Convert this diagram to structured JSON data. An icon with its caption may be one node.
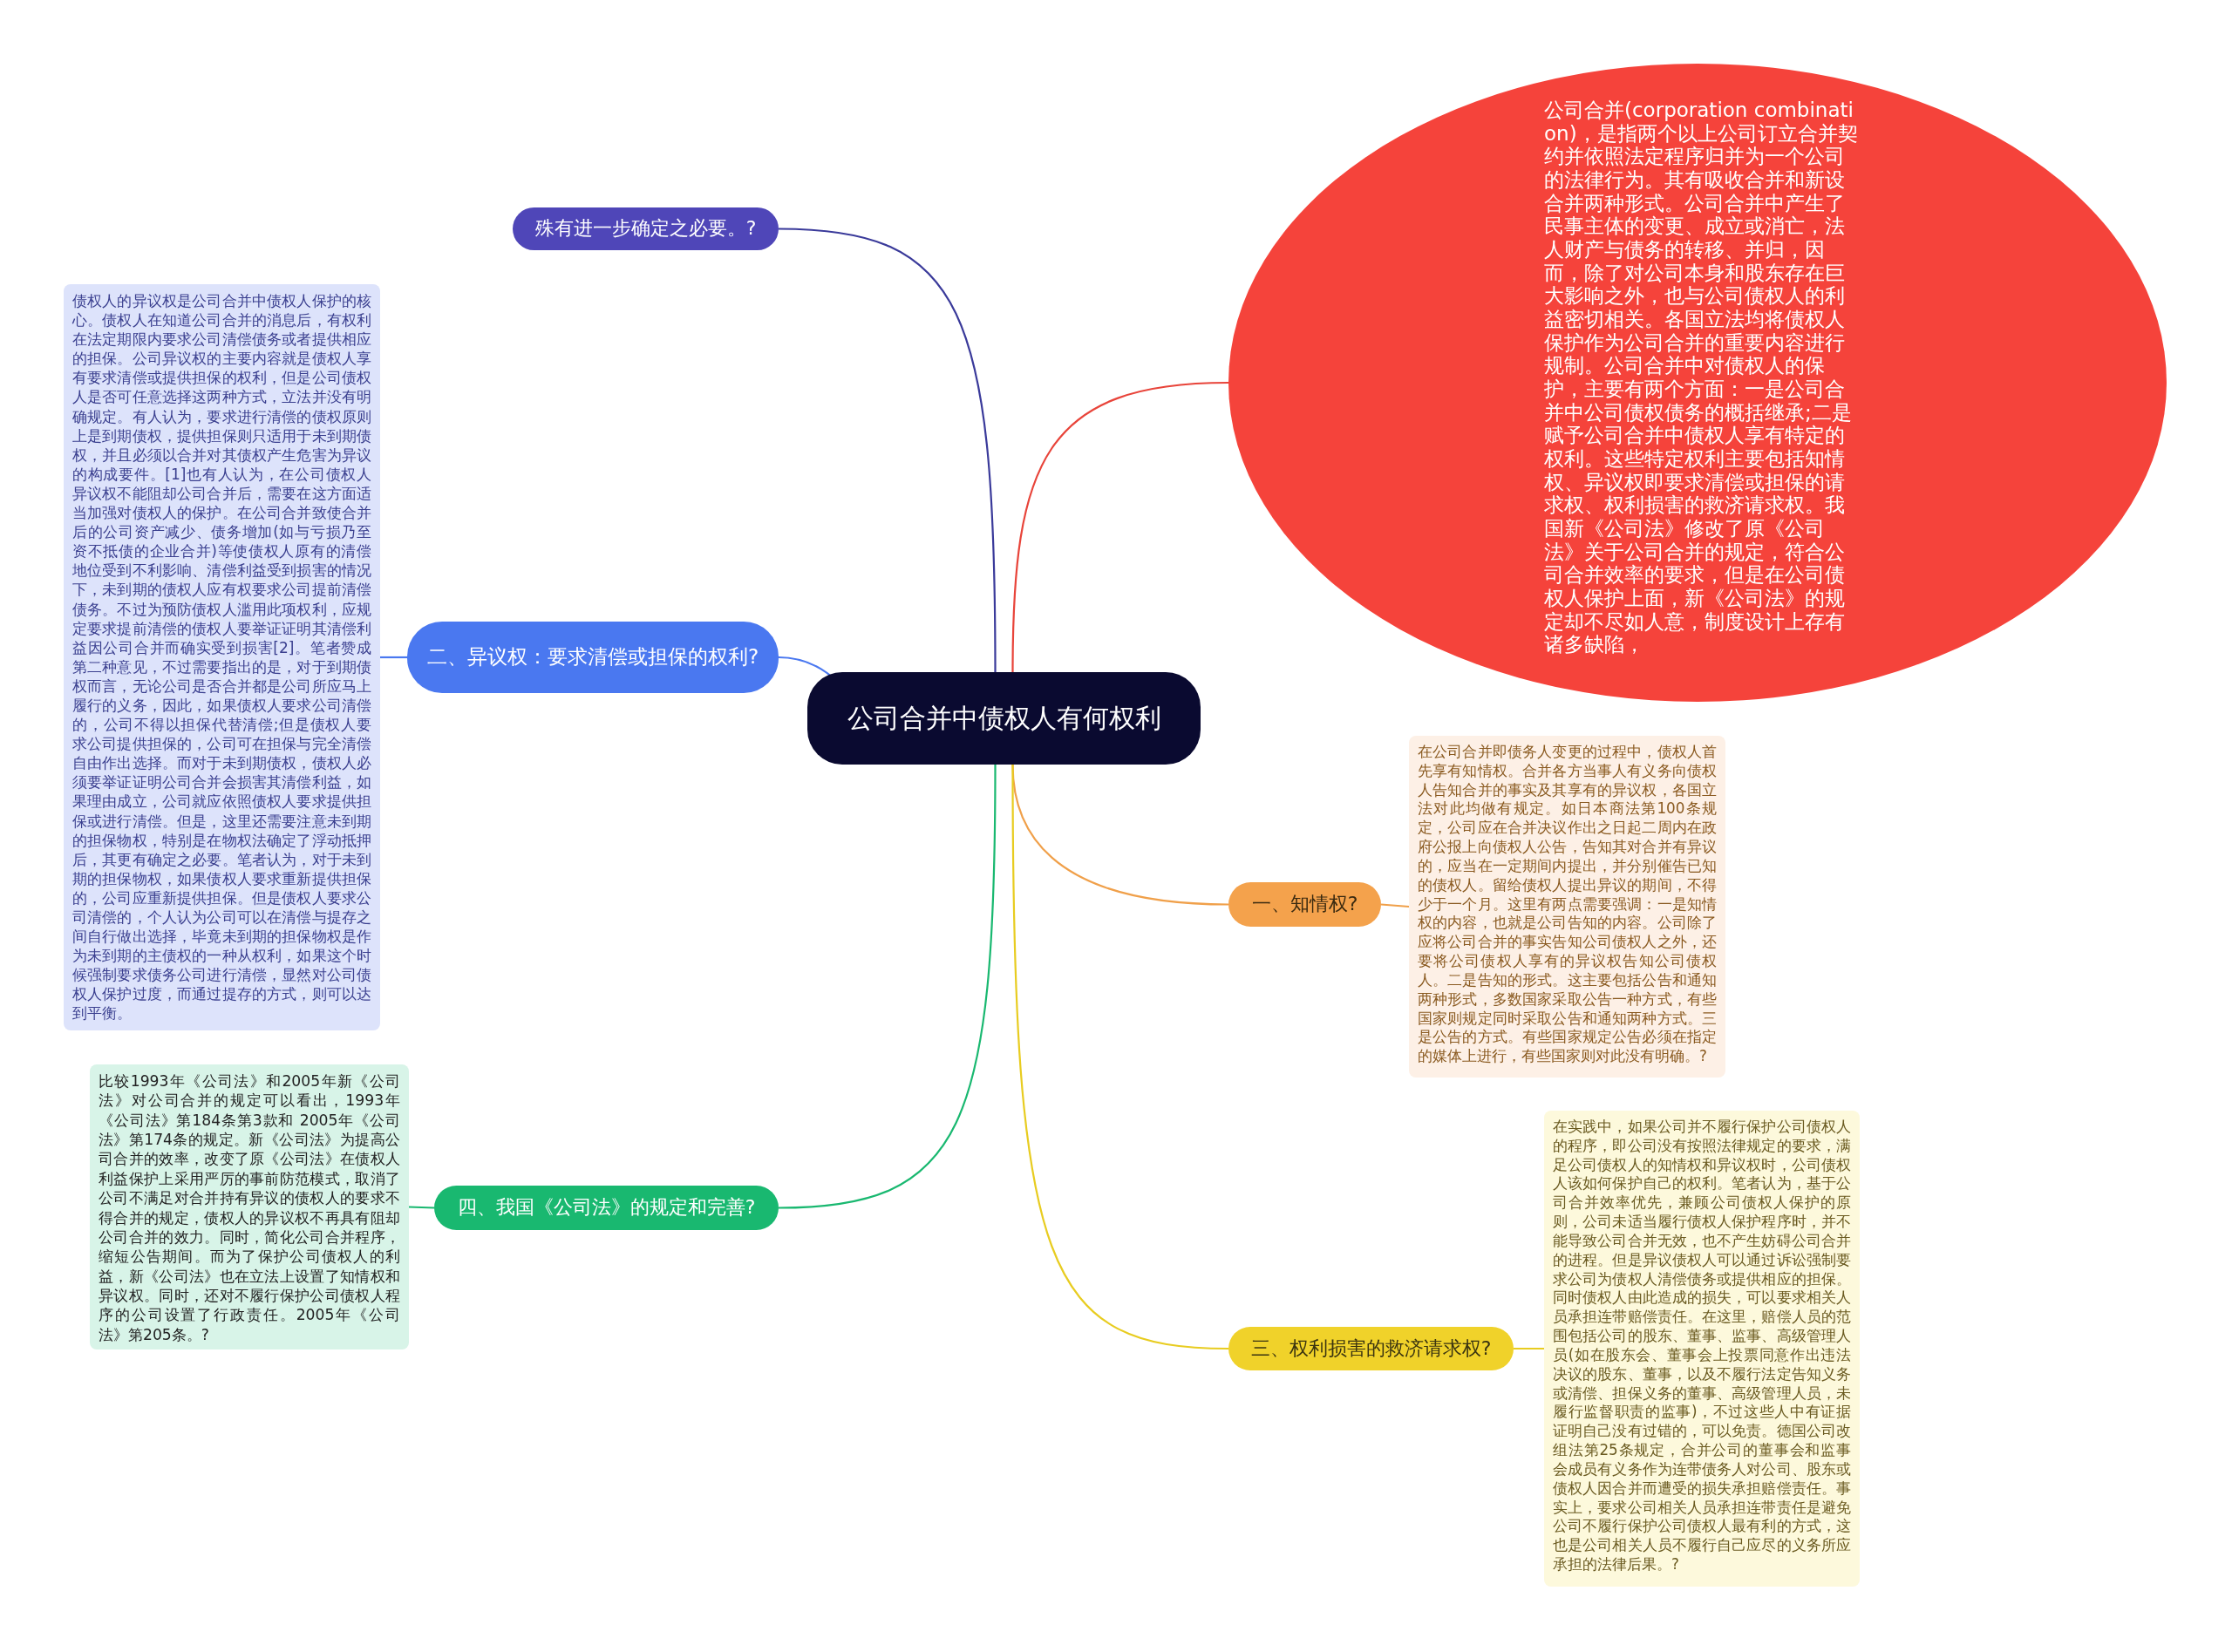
{
  "diagram": {
    "nodes": [
      {
        "text": [
          "公司合并中债权人有何权利"
        ]
      },
      {
        "text": [
          "公司合并(corporation combination)，是指两个以上公司订立合并契约并依照法定程序归并为一个公司的法律行为。其有吸收合并和新设合并两种形式。公司合并中产生了民事主体的变更、成立或消亡，法人财产与债务的转移、并归，因而，除了对公司本身和股东存在巨大影响之外，也与公司债权人的利益密切相关。各国立法均将债权人保护作为公司合并的重要内容进行规制。公司合并中对债权人的保护，主要有两个方面：一是公司合并中公司债权债务的概括继承;二是赋予公司合并中债权人享有特定的权利。这些特定权利主要包括知情权、异议权即要求清偿或担保的请求权、权利损害的救济请求权。我国新《公司法》修改了原《公司法》关于公司合并的规定，符合公司合并效率的要求，但是在公司债权人保护上面，新《公司法》的规定却不尽如人意，制度设计上存有诸多缺陷，"
        ]
      },
      {
        "text": [
          "殊有进一步确定之必要。?"
        ]
      },
      {
        "text": [
          "二、异议权：要求清偿或担保的权利?"
        ]
      },
      {
        "text": [
          "债权人的异议权是公司合并中债权人保护的核心。债权人在知道公司合并的消息后，有权利在法定期限内要求公司清偿债务或者提供相应的担保。公司异议权的主要内容就是债权人享有要求清偿或提供担保的权利，但是公司债权人是否可任意选择这两种方式，立法并没有明确规定。有人认为，要求进行清偿的债权原则上是到期债权，提供担保则只适用于未到期债权，并且必须以合并对其债权产生危害为异议的构成要件。[1]也有人认为，在公司债权人异议权不能阻却公司合并后，需要在这方面适当加强对债权人的保护。在公司合并致使合并后的公司资产减少、债务增加(如与亏损乃至资不抵债的企业合并)等使债权人原有的清偿地位受到不利影响、清偿利益受到损害的情况下，未到期的债权人应有权要求公司提前清偿债务。不过为预防债权人滥用此项权利，应规定要求提前清偿的债权人要举证证明其清偿利益因公司合并而确实受到损害[2]。笔者赞成第二种意见，不过需要指出的是，对于到期债权而言，无论公司是否合并都是公司所应马上履行的义务，因此，如果债权人要求公司清偿的，公司不得以担保代替清偿;但是债权人要求公司提供担保的，公司可在担保与完全清偿自由作出选择。而对于未到期债权，债权人必须要举证证明公司合并会损害其清偿利益，如果理由成立，公司就应依照债权人要求提供担保或进行清偿。但是，这里还需要注意未到期的担保物权，特别是在物权法确定了浮动抵押后，其更有确定之必要。笔者认为，对于未到期的担保物权，如果债权人要求重新提供担保的，公司应重新提供担保。但是债权人要求公司清偿的，个人认为公司可以在清偿与提存之间自行做出选择，毕竟未到期的担保物权是作为未到期的主债权的一种从权利，如果这个时候强制要求债务公司进行清偿，显然对公司债权人保护过度，而通过提存的方式，则可以达到平衡。"
        ]
      },
      {
        "text": [
          "一、知情权?"
        ]
      },
      {
        "text": [
          "在公司合并即债务人变更的过程中，债权人首先享有知情权。合并各方当事人有义务向债权人告知合并的事实及其享有的异议权，各国立法对此均做有规定。如日本商法第100条规定，公司应在合并决议作出之日起二周内在政府公报上向债权人公告，告知其对合并有异议的，应当在一定期间内提出，并分别催告已知的债权人。留给债权人提出异议的期间，不得少于一个月。这里有两点需要强调：一是知情权的内容，也就是公司告知的内容。公司除了应将公司合并的事实告知公司债权人之外，还要将公司债权人享有的异议权告知公司债权人。二是告知的形式。这主要包括公告和通知两种形式，多数国家采取公告一种方式，有些国家则规定同时采取公告和通知两种方式。三是公告的方式。有些国家规定公告必须在指定的媒体上进行，有些国家则对此没有明确。?"
        ]
      },
      {
        "text": [
          "三、权利损害的救济请求权?"
        ]
      },
      {
        "text": [
          "在实践中，如果公司并不履行保护公司债权人的程序，即公司没有按照法律规定的要求，满足公司债权人的知情权和异议权时，公司债权人该如何保护自己的权利。笔者认为，基于公司合并效率优先，兼顾公司债权人保护的原则，公司未适当履行债权人保护程序时，并不能导致公司合并无效，也不产生妨碍公司合并的进程。但是异议债权人可以通过诉讼强制要求公司为债权人清偿债务或提供相应的担保。同时债权人由此造成的损失，可以要求相关人员承担连带赔偿责任。在这里，赔偿人员的范围包括公司的股东、董事、监事、高级管理人员(如在股东会、董事会上投票同意作出违法决议的股东、董事，以及不履行法定告知义务或清偿、担保义务的董事、高级管理人员，未履行监督职责的监事)，不过这些人中有证据证明自己没有过错的，可以免责。德国公司改组法第25条规定，合并公司的董事会和监事会成员有义务作为连带债务人对公司、股东或债权人因合并而遭受的损失承担赔偿责任。事实上，要求公司相关人员承担连带责任是避免公司不履行保护公司债权人最有利的方式，这也是公司相关人员不履行自己应尽的义务所应承担的法律后果。?"
        ]
      },
      {
        "text": [
          "四、我国《公司法》的规定和完善?"
        ]
      },
      {
        "text": [
          "比较1993年《公司法》和2005年新《公司法》对公司合并的规定可以看出，1993年《公司法》第184条第3款和 2005年《公司法》第174条的规定。新《公司法》为提高公司合并的效率，改变了原《公司法》在债权人利益保护上采用严厉的事前防范模式，取消了公司不满足对合并持有异议的债权人的要求不得合并的规定，债权人的异议权不再具有阻却公司合并的效力。同时，简化公司合并程序，缩短公告期间。而为了保护公司债权人的利益，新《公司法》也在立法上设置了知情权和异议权。同时，还对不履行保护公司债权人程序的公司设置了行政责任。2005年《公司法》第205条。?"
        ]
      }
    ],
    "edges": [
      {
        "from": 0,
        "to": 1,
        "arrow": "none",
        "color": "#e8443a"
      },
      {
        "from": 0,
        "to": 2,
        "arrow": "none",
        "color": "#3a3a9a"
      },
      {
        "from": 0,
        "to": 3,
        "arrow": "none",
        "color": "#4a78f0"
      },
      {
        "from": 3,
        "to": 4,
        "arrow": "none",
        "color": "#4a78f0"
      },
      {
        "from": 0,
        "to": 5,
        "arrow": "none",
        "color": "#f0a04a"
      },
      {
        "from": 5,
        "to": 6,
        "arrow": "none",
        "color": "#f0a04a"
      },
      {
        "from": 0,
        "to": 7,
        "arrow": "none",
        "color": "#e8cc20"
      },
      {
        "from": 7,
        "to": 8,
        "arrow": "none",
        "color": "#e8cc20"
      },
      {
        "from": 0,
        "to": 9,
        "arrow": "none",
        "color": "#19b870"
      },
      {
        "from": 9,
        "to": 10,
        "arrow": "none",
        "color": "#19b870"
      }
    ]
  }
}
